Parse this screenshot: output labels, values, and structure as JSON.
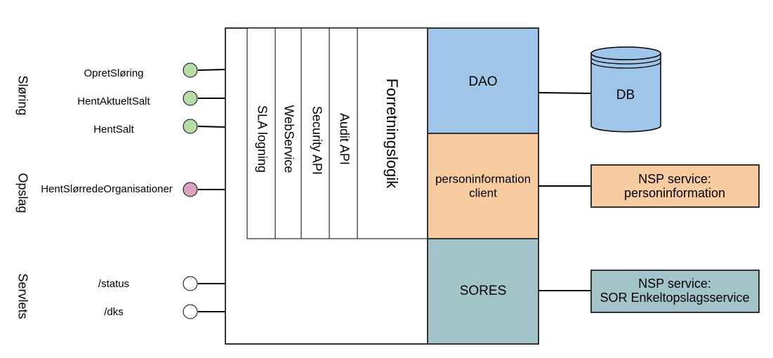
{
  "groups": {
    "slorring": "Sløring",
    "opslag": "Opslag",
    "servlets": "Servlets"
  },
  "interfaces": {
    "opret": "OpretSløring",
    "hent_aktuelt": "HentAktueltSalt",
    "hent_salt": "HentSalt",
    "hent_org": "HentSlørredeOrganisationer",
    "status": "/status",
    "dks": "/dks"
  },
  "layers": {
    "sla": "SLA logning",
    "webservice": "WebService",
    "security": "Security API",
    "audit": "Audit API",
    "forretning": "Forretningslogik"
  },
  "components": {
    "dao": "DAO",
    "person_client_l1": "personinformation",
    "person_client_l2": "client",
    "sores": "SORES"
  },
  "externals": {
    "db": "DB",
    "nsp_person_l1": "NSP service:",
    "nsp_person_l2": "personinformation",
    "nsp_sor_l1": "NSP service:",
    "nsp_sor_l2": "SOR Enkeltopslagsservice"
  },
  "colors": {
    "green_port": "#b9dba7",
    "pink_port": "#d9a3c0",
    "white_port": "#ffffff",
    "dao": "#9fc5e8",
    "person": "#f8cba0",
    "sores": "#a2c4c9",
    "db": "#9fc5e8"
  }
}
